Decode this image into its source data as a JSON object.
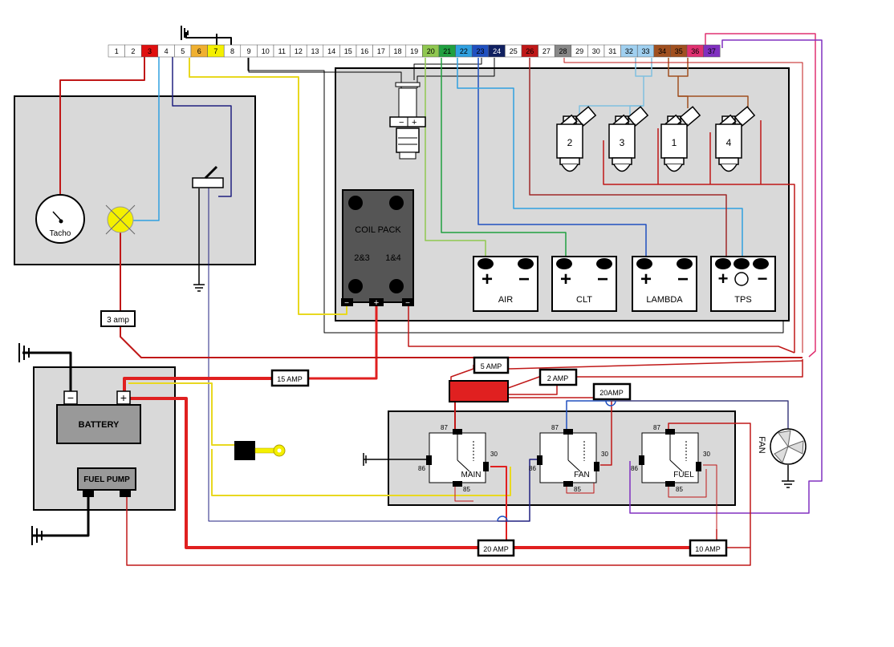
{
  "pins": [
    {
      "n": "1",
      "color": "#ffffff",
      "text": "#000000"
    },
    {
      "n": "2",
      "color": "#ffffff",
      "text": "#000000"
    },
    {
      "n": "3",
      "color": "#e01010",
      "text": "#000000"
    },
    {
      "n": "4",
      "color": "#ffffff",
      "text": "#000000"
    },
    {
      "n": "5",
      "color": "#ffffff",
      "text": "#000000"
    },
    {
      "n": "6",
      "color": "#f0b030",
      "text": "#000000"
    },
    {
      "n": "7",
      "color": "#f4f000",
      "text": "#000000"
    },
    {
      "n": "8",
      "color": "#ffffff",
      "text": "#000000"
    },
    {
      "n": "9",
      "color": "#ffffff",
      "text": "#000000"
    },
    {
      "n": "10",
      "color": "#ffffff",
      "text": "#000000"
    },
    {
      "n": "11",
      "color": "#ffffff",
      "text": "#000000"
    },
    {
      "n": "12",
      "color": "#ffffff",
      "text": "#000000"
    },
    {
      "n": "13",
      "color": "#ffffff",
      "text": "#000000"
    },
    {
      "n": "14",
      "color": "#ffffff",
      "text": "#000000"
    },
    {
      "n": "15",
      "color": "#ffffff",
      "text": "#000000"
    },
    {
      "n": "16",
      "color": "#ffffff",
      "text": "#000000"
    },
    {
      "n": "17",
      "color": "#ffffff",
      "text": "#000000"
    },
    {
      "n": "18",
      "color": "#ffffff",
      "text": "#000000"
    },
    {
      "n": "19",
      "color": "#ffffff",
      "text": "#000000"
    },
    {
      "n": "20",
      "color": "#90c850",
      "text": "#000000"
    },
    {
      "n": "21",
      "color": "#20a040",
      "text": "#000000"
    },
    {
      "n": "22",
      "color": "#30a0e0",
      "text": "#000000"
    },
    {
      "n": "23",
      "color": "#2050c0",
      "text": "#000000"
    },
    {
      "n": "24",
      "color": "#102060",
      "text": "#ffffff"
    },
    {
      "n": "25",
      "color": "#ffffff",
      "text": "#000000"
    },
    {
      "n": "26",
      "color": "#c01818",
      "text": "#000000"
    },
    {
      "n": "27",
      "color": "#ffffff",
      "text": "#000000"
    },
    {
      "n": "28",
      "color": "#888888",
      "text": "#000000"
    },
    {
      "n": "29",
      "color": "#ffffff",
      "text": "#000000"
    },
    {
      "n": "30",
      "color": "#ffffff",
      "text": "#000000"
    },
    {
      "n": "31",
      "color": "#ffffff",
      "text": "#000000"
    },
    {
      "n": "32",
      "color": "#a0d0f0",
      "text": "#000000"
    },
    {
      "n": "33",
      "color": "#a0d0f0",
      "text": "#000000"
    },
    {
      "n": "34",
      "color": "#a05020",
      "text": "#000000"
    },
    {
      "n": "35",
      "color": "#a05020",
      "text": "#000000"
    },
    {
      "n": "36",
      "color": "#e03070",
      "text": "#000000"
    },
    {
      "n": "37",
      "color": "#8030c0",
      "text": "#000000"
    }
  ],
  "components": {
    "tacho": "Tacho",
    "coil_pack": {
      "title": "COIL PACK",
      "left": "2&3",
      "right": "1&4"
    },
    "sensors": [
      "AIR",
      "CLT",
      "LAMBDA",
      "TPS"
    ],
    "injectors": [
      "2",
      "3",
      "1",
      "4"
    ],
    "battery": "BATTERY",
    "fuel_pump": "FUEL PUMP",
    "fan": "FAN"
  },
  "fuses": {
    "amp3": "3 amp",
    "amp15": "15 AMP",
    "amp5": "5 AMP",
    "amp2": "2 AMP",
    "amp20_top": "20AMP",
    "amp20_bottom": "20 AMP",
    "amp10": "10 AMP"
  },
  "relays": [
    {
      "name": "MAIN",
      "p87": "87",
      "p86": "86",
      "p85": "85",
      "p30": "30"
    },
    {
      "name": "FAN",
      "p87": "87",
      "p86": "86",
      "p85": "85",
      "p30": "30"
    },
    {
      "name": "FUEL",
      "p87": "87",
      "p86": "86",
      "p85": "85",
      "p30": "30"
    }
  ],
  "polarity": {
    "plus": "+",
    "minus": "−"
  }
}
